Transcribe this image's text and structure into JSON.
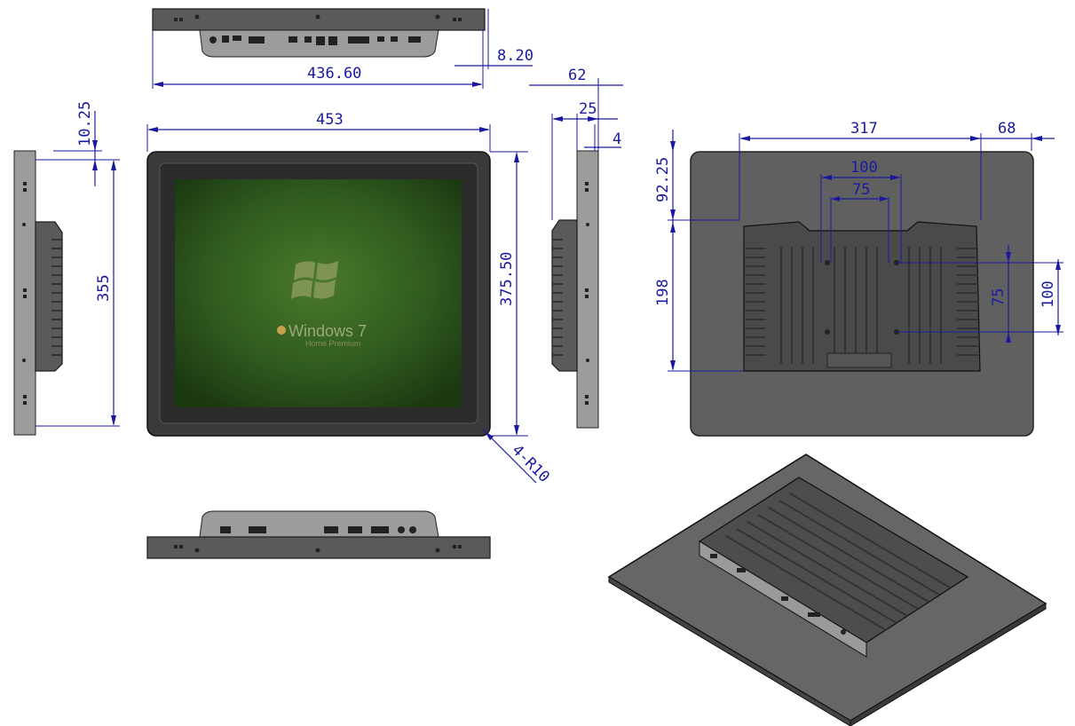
{
  "dimensions": {
    "top_width": "436.60",
    "top_depth": "8.20",
    "side_depth_total": "62",
    "side_depth_body": "25",
    "side_depth_bezel": "4",
    "bezel_top": "10.25",
    "front_width": "453",
    "front_height_left": "355",
    "front_height_right": "375.50",
    "corner_radius": "4-R10",
    "back_width_vesa_span": "317",
    "back_right_offset": "68",
    "vesa_100_h": "100",
    "vesa_75_h": "75",
    "back_top_offset": "92.25",
    "back_height_span": "198",
    "vesa_75_v": "75",
    "vesa_100_v": "100"
  },
  "screen": {
    "os_name": "Windows 7",
    "os_edition": "Home Premium"
  },
  "colors": {
    "dimension": "#1a1aa0",
    "housing": "#5a5a5a",
    "screen_green": "#2f5a1e"
  }
}
